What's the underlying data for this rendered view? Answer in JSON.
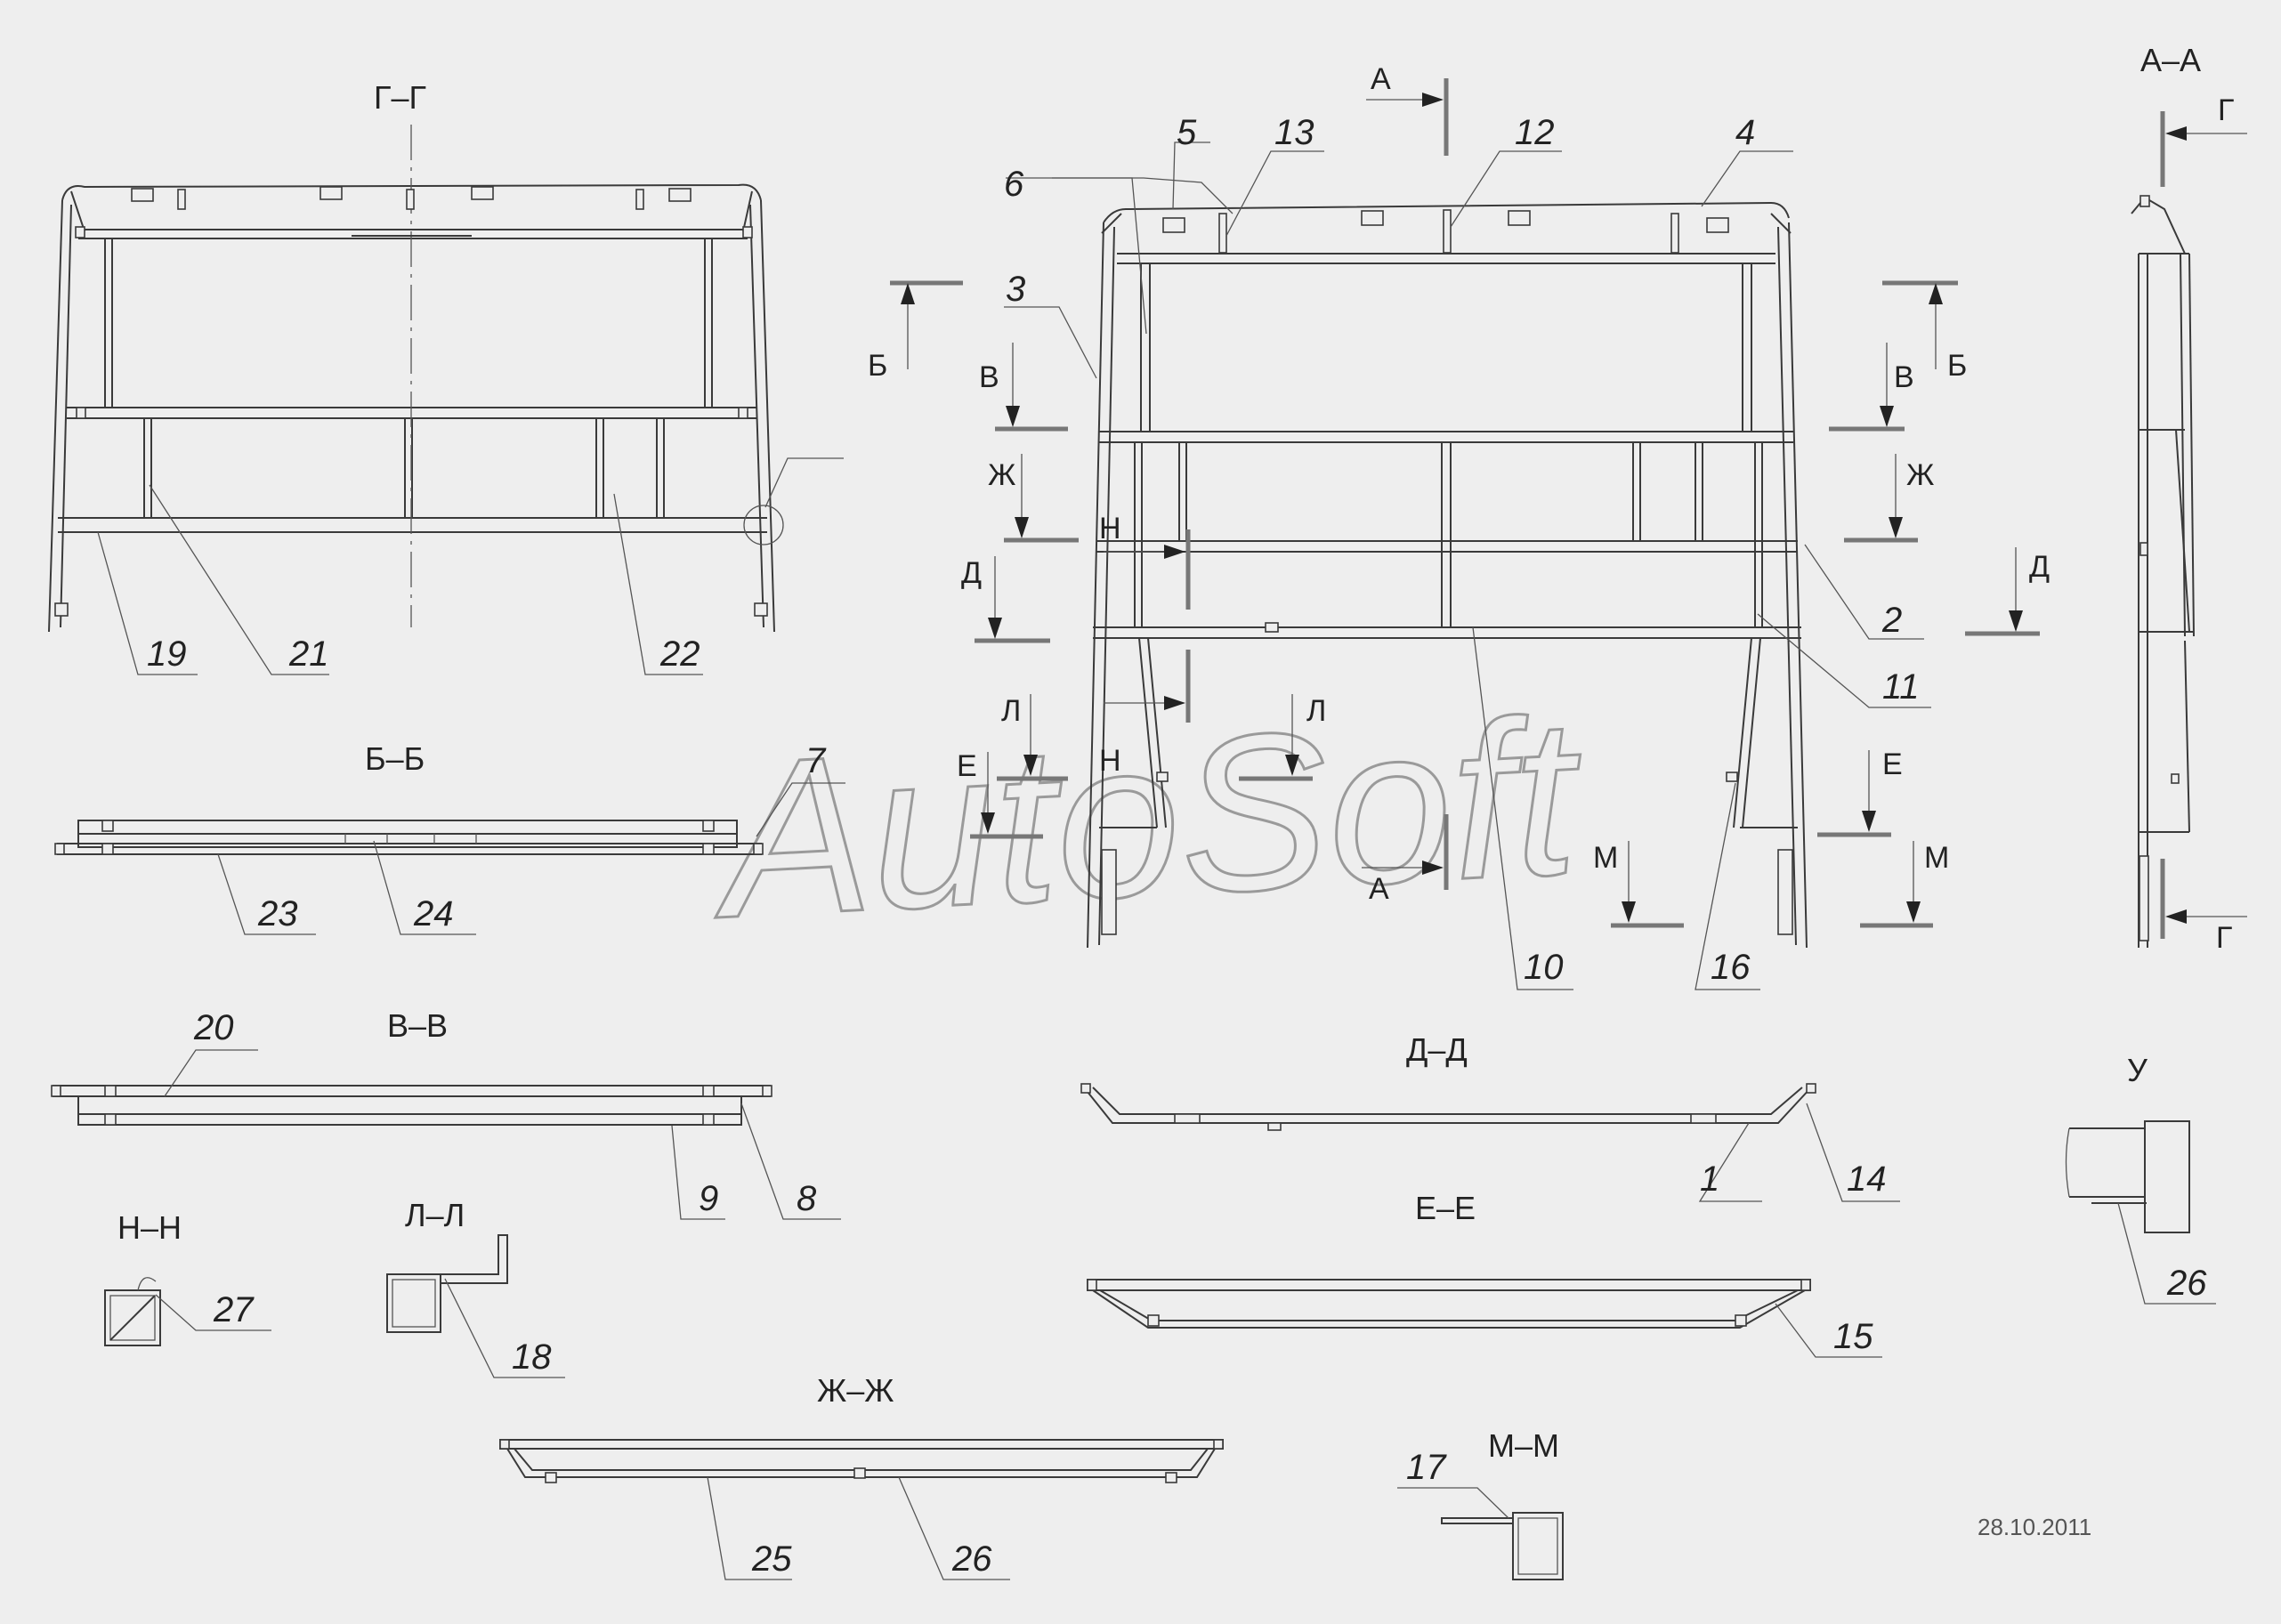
{
  "watermark": "AutoSoft",
  "date": "28.10.2011",
  "view_titles": {
    "g_g": "Г–Г",
    "b_b": "Б–Б",
    "v_v": "В–В",
    "d_d": "Д–Д",
    "e_e": "Е–Е",
    "zh_zh": "Ж–Ж",
    "n_n": "Н–Н",
    "l_l": "Л–Л",
    "m_m": "М–М",
    "a_a": "А–А",
    "u_detail": "У"
  },
  "section_letters": {
    "a": "А",
    "b": "Б",
    "v": "В",
    "g": "Г",
    "d": "Д",
    "e": "Е",
    "zh": "Ж",
    "l": "Л",
    "m": "М",
    "n": "Н",
    "u": "У"
  },
  "callouts": [
    "1",
    "2",
    "3",
    "4",
    "5",
    "6",
    "7",
    "8",
    "9",
    "10",
    "11",
    "12",
    "13",
    "14",
    "15",
    "16",
    "17",
    "18",
    "19",
    "20",
    "21",
    "22",
    "23",
    "24",
    "25",
    "26",
    "27"
  ]
}
